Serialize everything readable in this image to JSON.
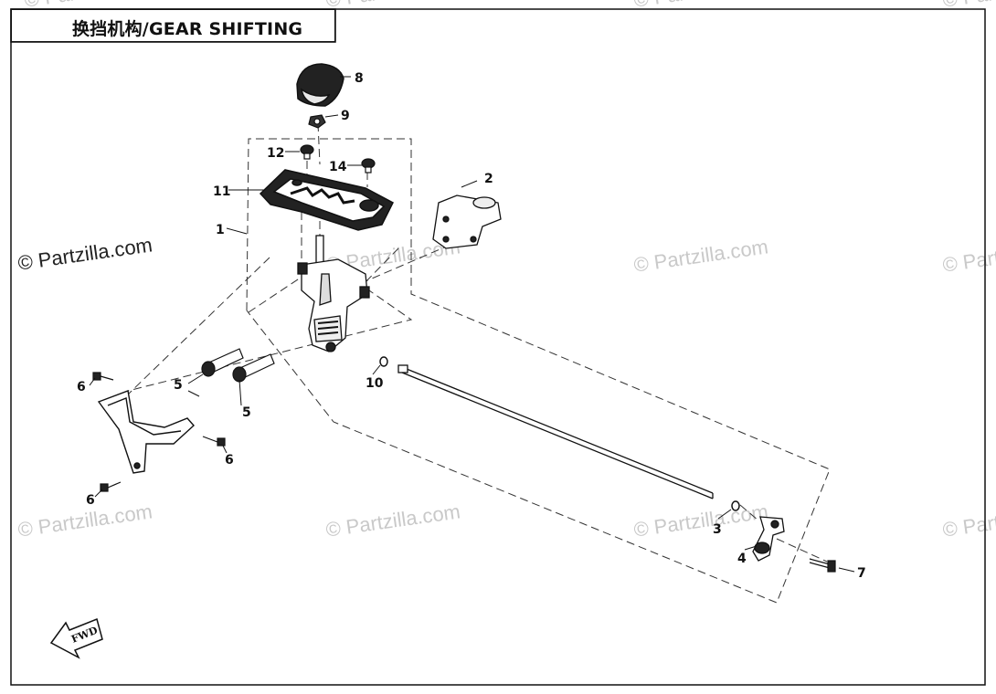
{
  "title": "换挡机构/GEAR SHIFTING",
  "watermark": "© Partzilla.com",
  "fwd_label": "FWD",
  "callouts": {
    "c1": "1",
    "c2": "2",
    "c3": "3",
    "c4": "4",
    "c5a": "5",
    "c5b": "5",
    "c6a": "6",
    "c6b": "6",
    "c6c": "6",
    "c7": "7",
    "c8": "8",
    "c9": "9",
    "c10": "10",
    "c11": "11",
    "c12": "12",
    "c14": "14"
  }
}
